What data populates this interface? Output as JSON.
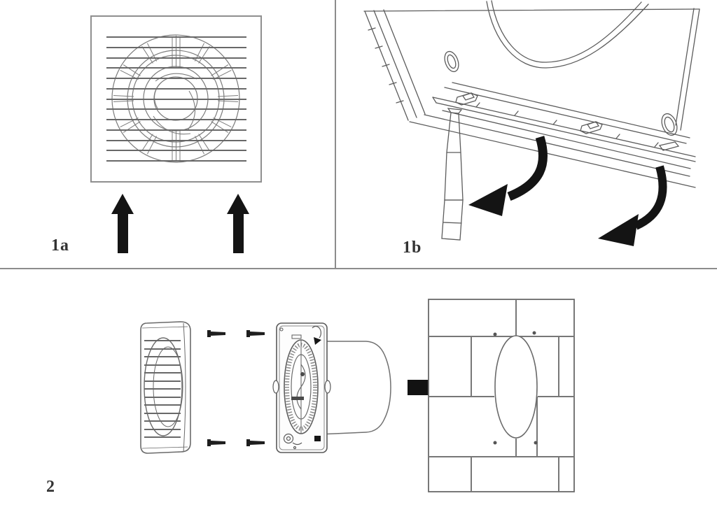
{
  "figure": {
    "background": "#ffffff",
    "line_color": "#5c5c5c",
    "louvre_color": "#686868",
    "arrow_black": "#141414",
    "divider_color": "#8c8c8c",
    "label_color": "#333333"
  },
  "panels": {
    "p1a": {
      "label": "1a"
    },
    "p1b": {
      "label": "1b"
    },
    "p2": {
      "label": "2"
    }
  },
  "icons": {
    "airflow_arrows": "up-block-arrow",
    "release_arrows": "curved-black-arrow",
    "insert_arrow": "right-block-arrow",
    "fasteners": "screw-icon"
  }
}
